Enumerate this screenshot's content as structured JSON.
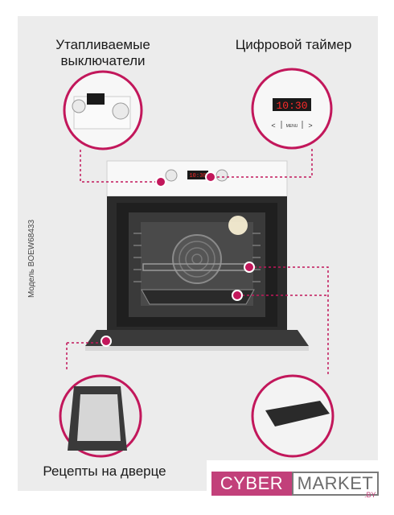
{
  "captions": {
    "switches": "Утапливаемые выключатели",
    "timer": "Цифровой таймер",
    "recipes": "Рецепты на дверце"
  },
  "model_label": "Модель BOEW68433",
  "display_time_main": "10:30",
  "display_time_small": "10:30",
  "timer_menu": "MENU",
  "timer_left_arrow": "<",
  "timer_right_arrow": ">",
  "brand": {
    "cyber": "CYBER",
    "market": "MARKET",
    "domain": ".BY"
  },
  "colors": {
    "accent": "#c2175b",
    "display_red": "#ff2a2a",
    "brand_pink": "#c2407a"
  }
}
